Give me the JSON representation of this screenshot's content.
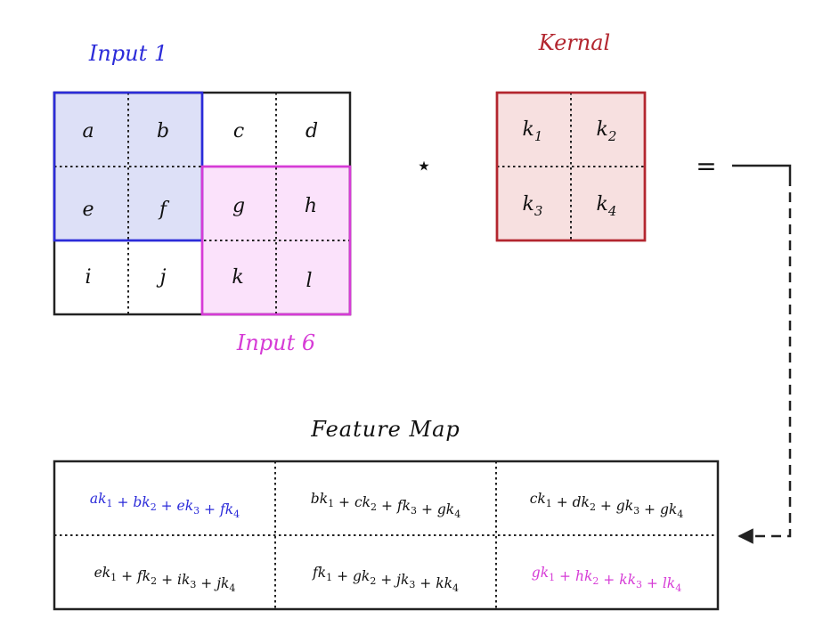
{
  "colors": {
    "input1": "#2b2bd9",
    "input1_fill": "#dde0f7",
    "input6": "#d63bd6",
    "input6_fill": "#fbe2fb",
    "kernel": "#b3262f",
    "kernel_fill": "#f7e0e0",
    "stroke": "#222222"
  },
  "labels": {
    "input1": "Input 1",
    "input6": "Input 6",
    "kernel": "Kernal",
    "feature_map": "Feature Map",
    "conv_operator": "⋆",
    "equals": "="
  },
  "input_grid": [
    [
      "a",
      "b",
      "c",
      "d"
    ],
    [
      "e",
      "f",
      "g",
      "h"
    ],
    [
      "i",
      "j",
      "k",
      "l"
    ]
  ],
  "kernel_grid": [
    [
      {
        "base": "k",
        "sub": "1"
      },
      {
        "base": "k",
        "sub": "2"
      }
    ],
    [
      {
        "base": "k",
        "sub": "3"
      },
      {
        "base": "k",
        "sub": "4"
      }
    ]
  ],
  "feature_map": [
    [
      {
        "color": "input1",
        "terms": [
          [
            "a",
            "1"
          ],
          [
            "b",
            "2"
          ],
          [
            "e",
            "3"
          ],
          [
            "f",
            "4"
          ]
        ]
      },
      {
        "color": "default",
        "terms": [
          [
            "b",
            "1"
          ],
          [
            "c",
            "2"
          ],
          [
            "f",
            "3"
          ],
          [
            "g",
            "4"
          ]
        ]
      },
      {
        "color": "default",
        "terms": [
          [
            "c",
            "1"
          ],
          [
            "d",
            "2"
          ],
          [
            "g",
            "3"
          ],
          [
            "g",
            "4"
          ]
        ]
      }
    ],
    [
      {
        "color": "default",
        "terms": [
          [
            "e",
            "1"
          ],
          [
            "f",
            "2"
          ],
          [
            "i",
            "3"
          ],
          [
            "j",
            "4"
          ]
        ]
      },
      {
        "color": "default",
        "terms": [
          [
            "f",
            "1"
          ],
          [
            "g",
            "2"
          ],
          [
            "j",
            "3"
          ],
          [
            "k",
            "4"
          ]
        ]
      },
      {
        "color": "input6",
        "terms": [
          [
            "g",
            "1"
          ],
          [
            "h",
            "2"
          ],
          [
            "k",
            "3"
          ],
          [
            "l",
            "4"
          ]
        ]
      }
    ]
  ]
}
